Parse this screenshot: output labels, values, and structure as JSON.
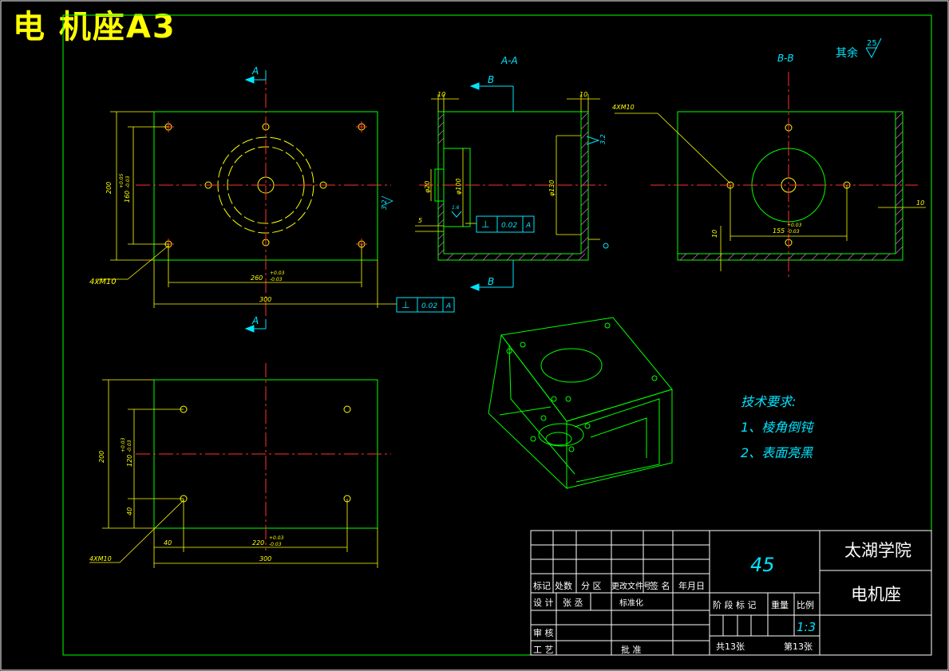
{
  "title": "电 机座A3",
  "material": "45",
  "school": "太湖学院",
  "part_name": "电机座",
  "scale": "1:3",
  "sheets_total": "共13张",
  "sheet_no": "第13张",
  "roughness_note": "其余",
  "roughness_value": "25",
  "section_aa": "A-A",
  "section_bb": "B-B",
  "labels": {
    "a": "A",
    "b": "B"
  },
  "tech_requirements": {
    "heading": "技术要求:",
    "items": [
      "1、棱角倒钝",
      "2、表面亮黑"
    ]
  },
  "title_block": {
    "mark": "标记",
    "count": "处数",
    "zone": "分 区",
    "doc_no": "更改文件号",
    "sign": "签 名",
    "date": "年月日",
    "design": "设 计",
    "designer": "张 丞",
    "standardize": "标准化",
    "review": "审 核",
    "process": "工 艺",
    "approve": "批 准",
    "stage_mark": "阶 段 标 记",
    "weight": "重量",
    "scale_label": "比例"
  },
  "dimensions": {
    "front_200": "200",
    "front_160": "160",
    "front_tol_plus": "+0.05",
    "front_tol_minus": "-0.03",
    "front_260": "260",
    "front_300": "300",
    "front_hole": "4xM10",
    "tol_a_plus": "+0.03",
    "tol_a_minus": "-0.03",
    "fcf_perp": "⊥",
    "fcf_value": "0.02",
    "fcf_datum": "A",
    "roughness_32": "3.2",
    "sec_10": "10",
    "sec_phi20": "φ20",
    "sec_phi100": "φ100",
    "sec_phi130": "φ130",
    "sec_5": "5",
    "sec_16": "1.6",
    "bb_hole": "4XM10",
    "bb_10": "10",
    "bb_155": "155",
    "top_200": "200",
    "top_120": "120",
    "top_tol_plus": "+0.03",
    "top_tol_minus": "-0.03",
    "top_40": "40",
    "top_220": "220",
    "top_300": "300",
    "top_hole": "4XM10"
  }
}
